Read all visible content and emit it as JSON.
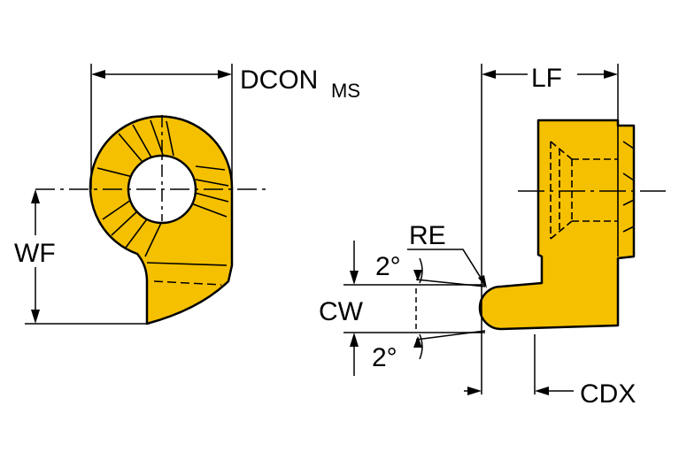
{
  "colors": {
    "insert_fill": "#F5C000",
    "outline": "#000000",
    "background": "#FFFFFF"
  },
  "labels": {
    "dcon": "DCON",
    "dcon_sub": "MS",
    "wf": "WF",
    "lf": "LF",
    "re": "RE",
    "cw": "CW",
    "angle_top": "2°",
    "angle_bottom": "2°",
    "cdx": "CDX"
  }
}
